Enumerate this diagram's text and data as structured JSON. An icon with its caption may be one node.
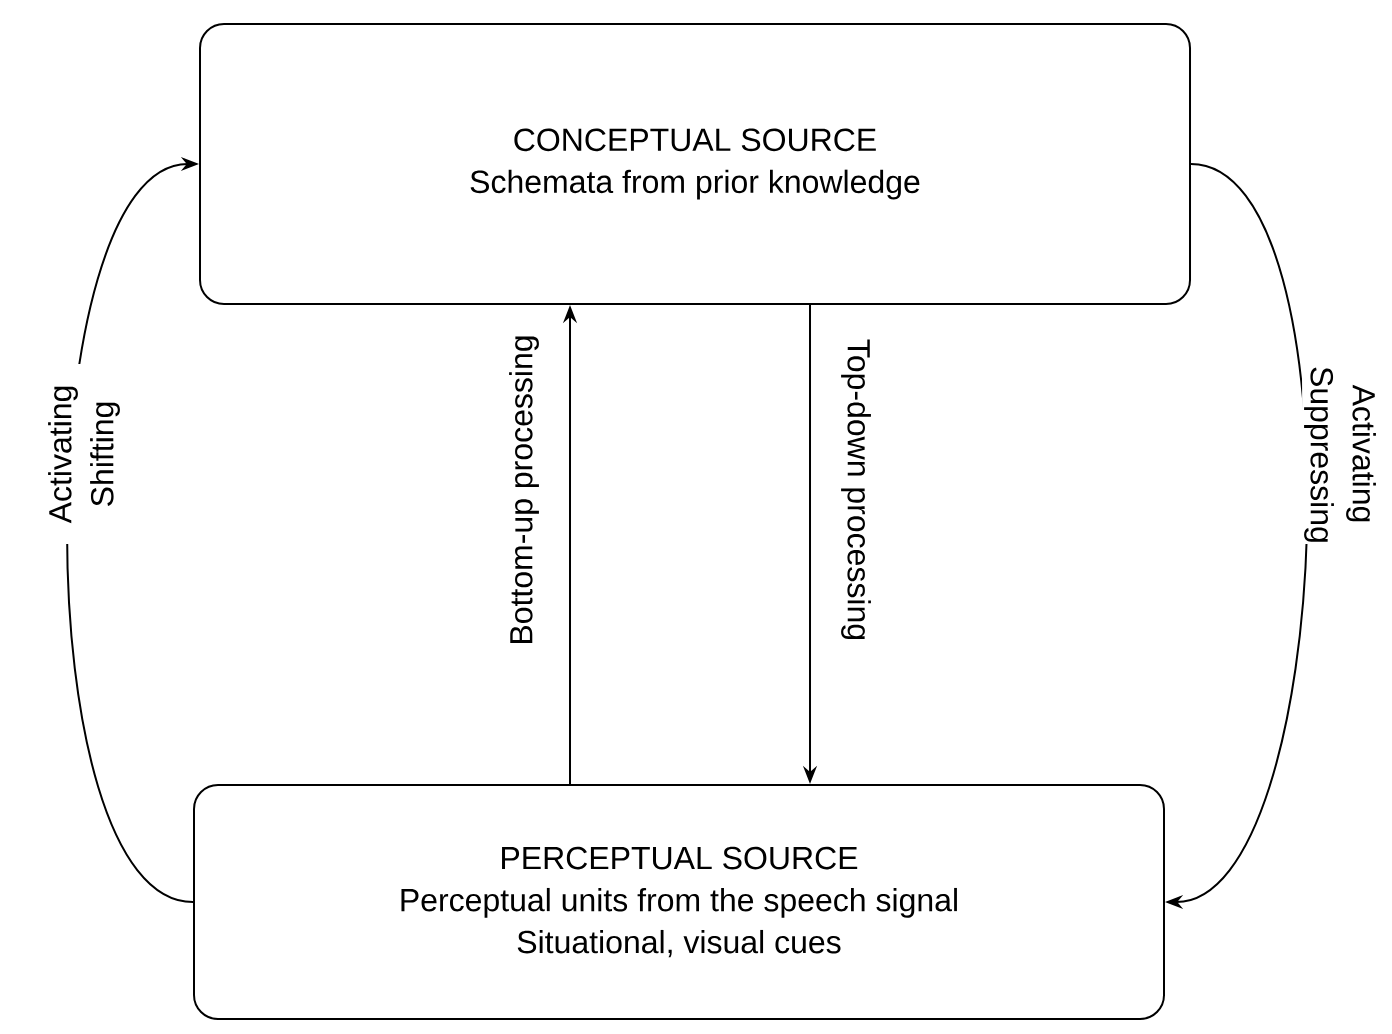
{
  "diagram": {
    "nodes": [
      {
        "text": [
          "CONCEPTUAL SOURCE",
          "Schemata from prior knowledge"
        ]
      },
      {
        "text": [
          "PERCEPTUAL SOURCE",
          "Perceptual units from the speech signal",
          "Situational, visual cues"
        ]
      }
    ],
    "edges": [
      {
        "from": 1,
        "to": 0,
        "arrow": "to",
        "label": "Bottom-up processing"
      },
      {
        "from": 0,
        "to": 1,
        "arrow": "to",
        "label": "Top-down processing"
      },
      {
        "from": 1,
        "to": 0,
        "arrow": "to",
        "label": "Activating Shifting"
      },
      {
        "from": 0,
        "to": 1,
        "arrow": "to",
        "label": "Activating Suppressing"
      }
    ]
  }
}
